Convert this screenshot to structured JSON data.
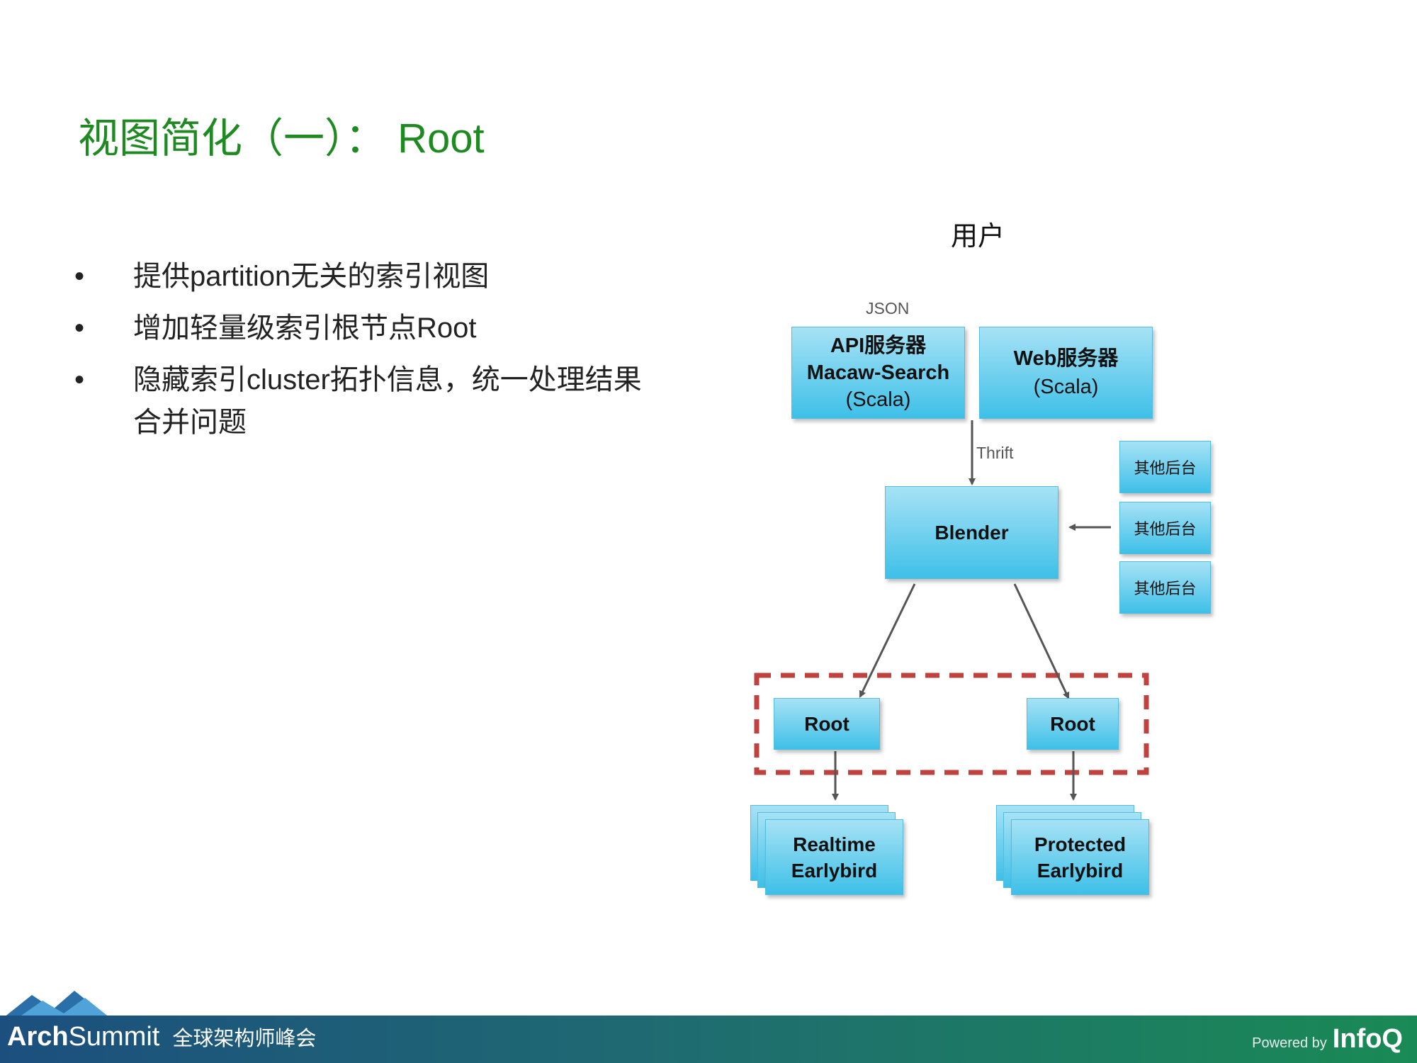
{
  "slide": {
    "title": "视图简化（一）： Root",
    "bullets": [
      "提供partition无关的索引视图",
      "增加轻量级索引根节点Root",
      "隐藏索引cluster拓扑信息，统一处理结果合并问题"
    ],
    "bullet_symbol": "•"
  },
  "diagram": {
    "user_label": "用户",
    "json_label": "JSON",
    "thrift_label": "Thrift",
    "api_server": {
      "line1": "API服务器",
      "line2": "Macaw-Search",
      "line3": "(Scala)"
    },
    "web_server": {
      "line1": "Web服务器",
      "line2": "(Scala)"
    },
    "blender": "Blender",
    "other_backends": [
      "其他后台",
      "其他后台",
      "其他后台"
    ],
    "root_left": "Root",
    "root_right": "Root",
    "realtime": {
      "line1": "Realtime",
      "line2": "Earlybird"
    },
    "protected": {
      "line1": "Protected",
      "line2": "Earlybird"
    },
    "colors": {
      "box_light": "#a7e2f5",
      "box_dark": "#3ec0e8",
      "dashed_border": "#c0423f",
      "arrow": "#555555",
      "title": "#1f8a22"
    }
  },
  "footer": {
    "brand_part1": "Arch",
    "brand_part2": "Summit",
    "brand_cn": "全球架构师峰会",
    "powered_by": "Powered by",
    "infoq": "InfoQ"
  }
}
